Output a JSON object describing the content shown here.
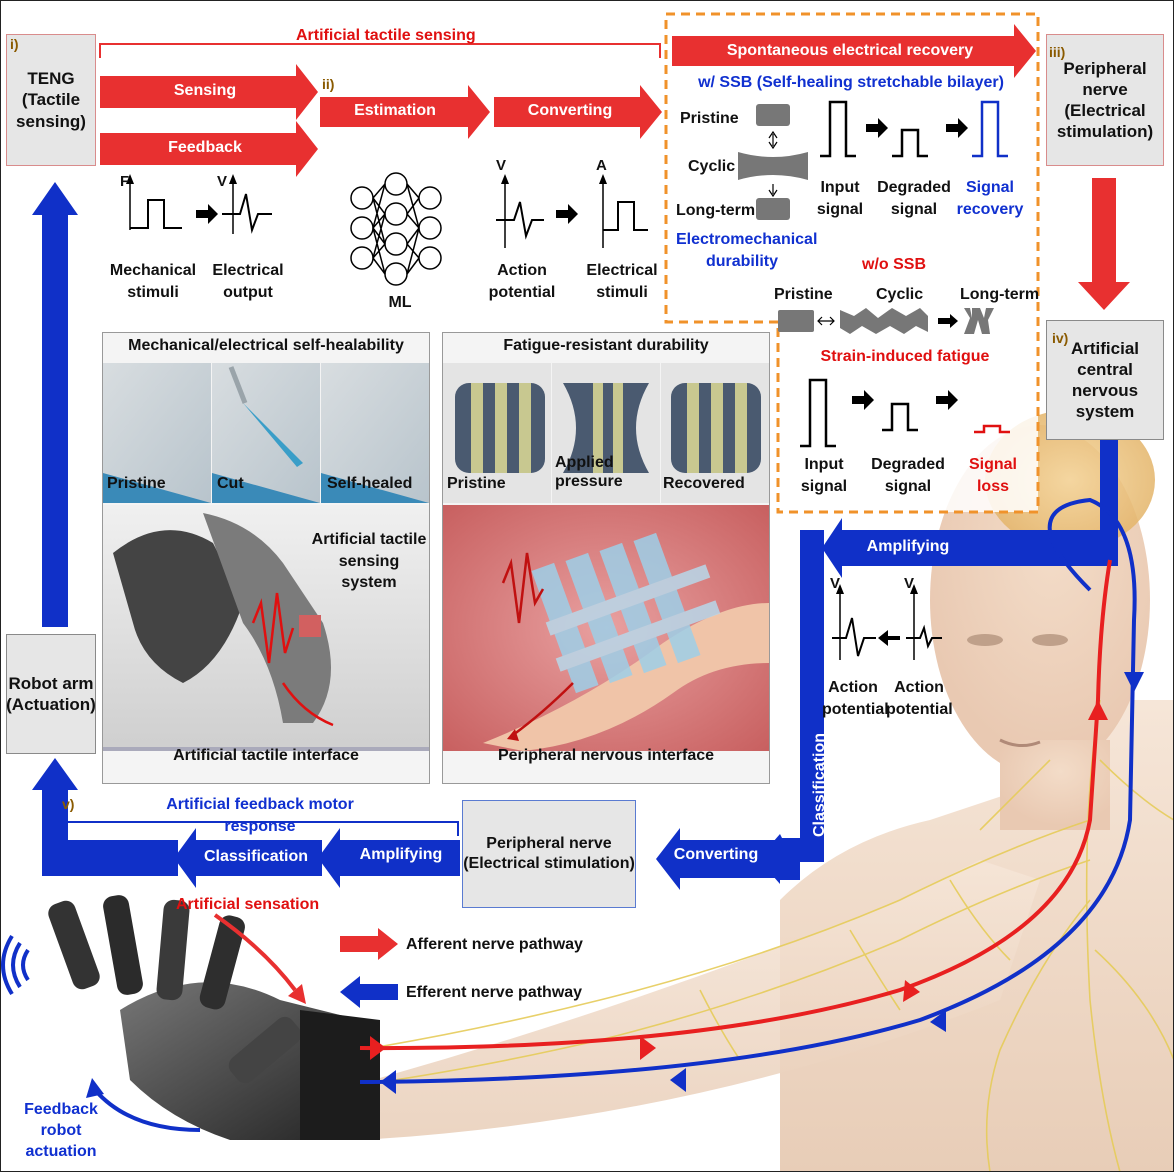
{
  "stages": {
    "i": {
      "roman": "i)",
      "label": "TENG\n(Tactile\nsensing)"
    },
    "ii": {
      "roman": "ii)"
    },
    "iii": {
      "roman": "iii)",
      "label": "Peripheral\nnerve\n(Electrical\nstimulation)"
    },
    "iv": {
      "roman": "iv)",
      "label": "Artificial\ncentral nervous\nsystem"
    },
    "v": {
      "roman": "v)"
    }
  },
  "top": {
    "artificial_tactile_sensing": "Artificial tactile sensing",
    "sensing": "Sensing",
    "feedback": "Feedback",
    "estimation": "Estimation",
    "converting": "Converting",
    "mechanical_stimuli": "Mechanical\nstimuli",
    "electrical_output": "Electrical\noutput",
    "ml": "ML",
    "action_potential": "Action\npotential",
    "electrical_stimuli": "Electrical\nstimuli",
    "axis_f": "F",
    "axis_v": "V",
    "axis_v2": "V",
    "axis_a": "A"
  },
  "recovery": {
    "title": "Spontaneous electrical recovery",
    "with_ssb": "w/ SSB (Self-healing stretchable bilayer)",
    "pristine": "Pristine",
    "cyclic": "Cyclic",
    "long_term": "Long-term",
    "electromechanical_durability": "Electromechanical\ndurability",
    "input_signal": "Input\nsignal",
    "degraded_signal": "Degraded\nsignal",
    "signal_recovery": "Signal\nrecovery",
    "without_ssb": "w/o SSB",
    "pristine2": "Pristine",
    "cyclic2": "Cyclic",
    "long_term2": "Long-term",
    "strain_fatigue": "Strain-induced fatigue",
    "input_signal2": "Input\nsignal",
    "degraded_signal2": "Degraded\nsignal",
    "signal_loss": "Signal\nloss"
  },
  "panels": {
    "left_title": "Mechanical/electrical self-healability",
    "left_labels": [
      "Pristine",
      "Cut",
      "Self-healed"
    ],
    "left_system": "Artificial tactile\nsensing system",
    "left_caption": "Artificial tactile interface",
    "right_title": "Fatigue-resistant durability",
    "right_labels": [
      "Pristine",
      "Applied\npressure",
      "Recovered"
    ],
    "right_caption": "Peripheral nervous interface"
  },
  "middle": {
    "amplifying": "Amplifying",
    "classification": "Classification",
    "action_potential_a": "Action\npotential",
    "action_potential_b": "Action\npotential",
    "axis_v_a": "V",
    "axis_v_b": "V"
  },
  "bottom": {
    "robot_arm": "Robot arm\n(Actuation)",
    "peripheral_nerve": "Peripheral nerve\n(Electrical  stimulation)",
    "artificial_feedback": "Artificial feedback motor response",
    "classification": "Classification",
    "amplifying": "Amplifying",
    "converting": "Converting",
    "artificial_sensation": "Artificial sensation",
    "afferent": "Afferent nerve pathway",
    "efferent": "Efferent nerve pathway",
    "feedback_robot": "Feedback\nrobot actuation"
  },
  "colors": {
    "red": "#e83030",
    "blue": "#1030c8",
    "orange": "#f0922a",
    "nerve": "#e8d070"
  }
}
